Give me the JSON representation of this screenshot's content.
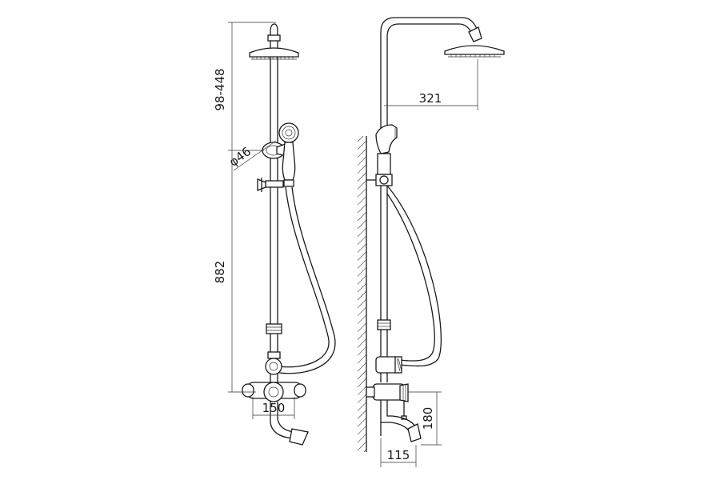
{
  "drawing": {
    "colors": {
      "line": "#1a1a1a",
      "background": "#ffffff"
    },
    "front_view": {
      "dim_head_height": "98-448",
      "dim_pipe_diameter": "φ46",
      "dim_column_height": "882",
      "dim_mixer_spacing": "150"
    },
    "side_view": {
      "dim_arm_reach": "321",
      "dim_spout_height": "180",
      "dim_spout_projection": "115"
    }
  }
}
